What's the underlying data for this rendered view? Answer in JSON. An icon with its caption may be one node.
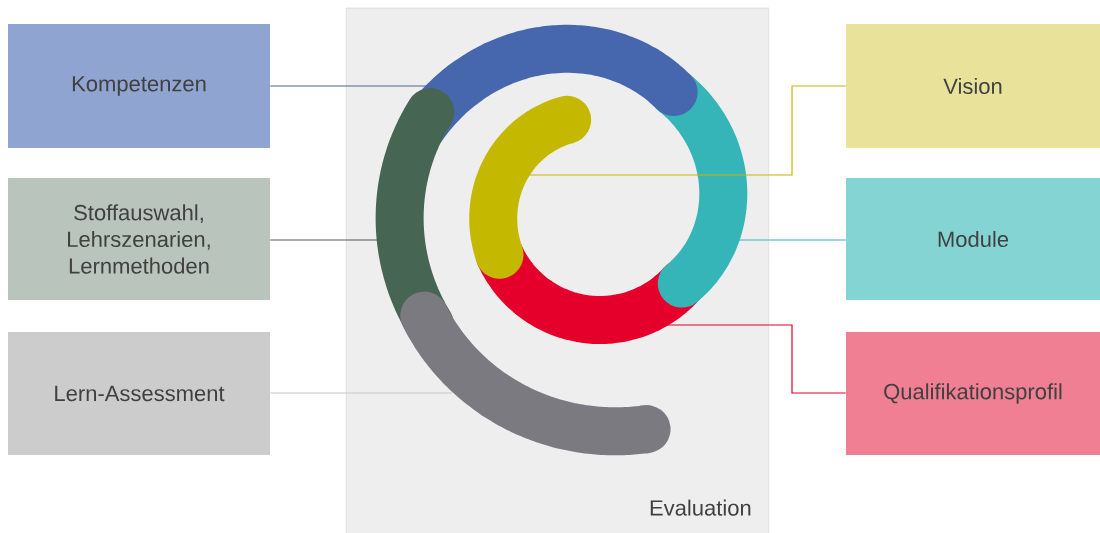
{
  "diagram": {
    "nodes": [
      {
        "text": [
          "Evaluation"
        ]
      },
      {
        "text": [
          "Kompetenzen"
        ]
      },
      {
        "text": [
          "Stoffauswahl, Lehrszenarien, Lernmethoden"
        ]
      },
      {
        "text": [
          "Lern-Assessment"
        ]
      },
      {
        "text": [
          "Vision"
        ]
      },
      {
        "text": [
          "Module"
        ]
      },
      {
        "text": [
          "Qualifikationsprofil"
        ]
      },
      {
        "text": [],
        "shape": "arc",
        "in": 0
      },
      {
        "text": [],
        "shape": "arc",
        "in": 0
      },
      {
        "text": [],
        "shape": "arc",
        "in": 0
      },
      {
        "text": [],
        "shape": "arc",
        "in": 0
      },
      {
        "text": [],
        "shape": "arc",
        "in": 0
      },
      {
        "text": [],
        "shape": "arc",
        "in": 0
      }
    ],
    "edges": [
      {
        "from": 1,
        "to": 7,
        "arrow": "none",
        "color": "#4f6490"
      },
      {
        "from": 2,
        "to": 8,
        "arrow": "none",
        "color": "#476553"
      },
      {
        "from": 3,
        "to": 9,
        "arrow": "none",
        "color": "#c8c8c8"
      },
      {
        "from": 4,
        "to": 10,
        "arrow": "none",
        "color": "#c4b800"
      },
      {
        "from": 5,
        "to": 11,
        "arrow": "none",
        "color": "#36b5b8"
      },
      {
        "from": 6,
        "to": 12,
        "arrow": "none",
        "color": "#e4002b"
      }
    ]
  }
}
